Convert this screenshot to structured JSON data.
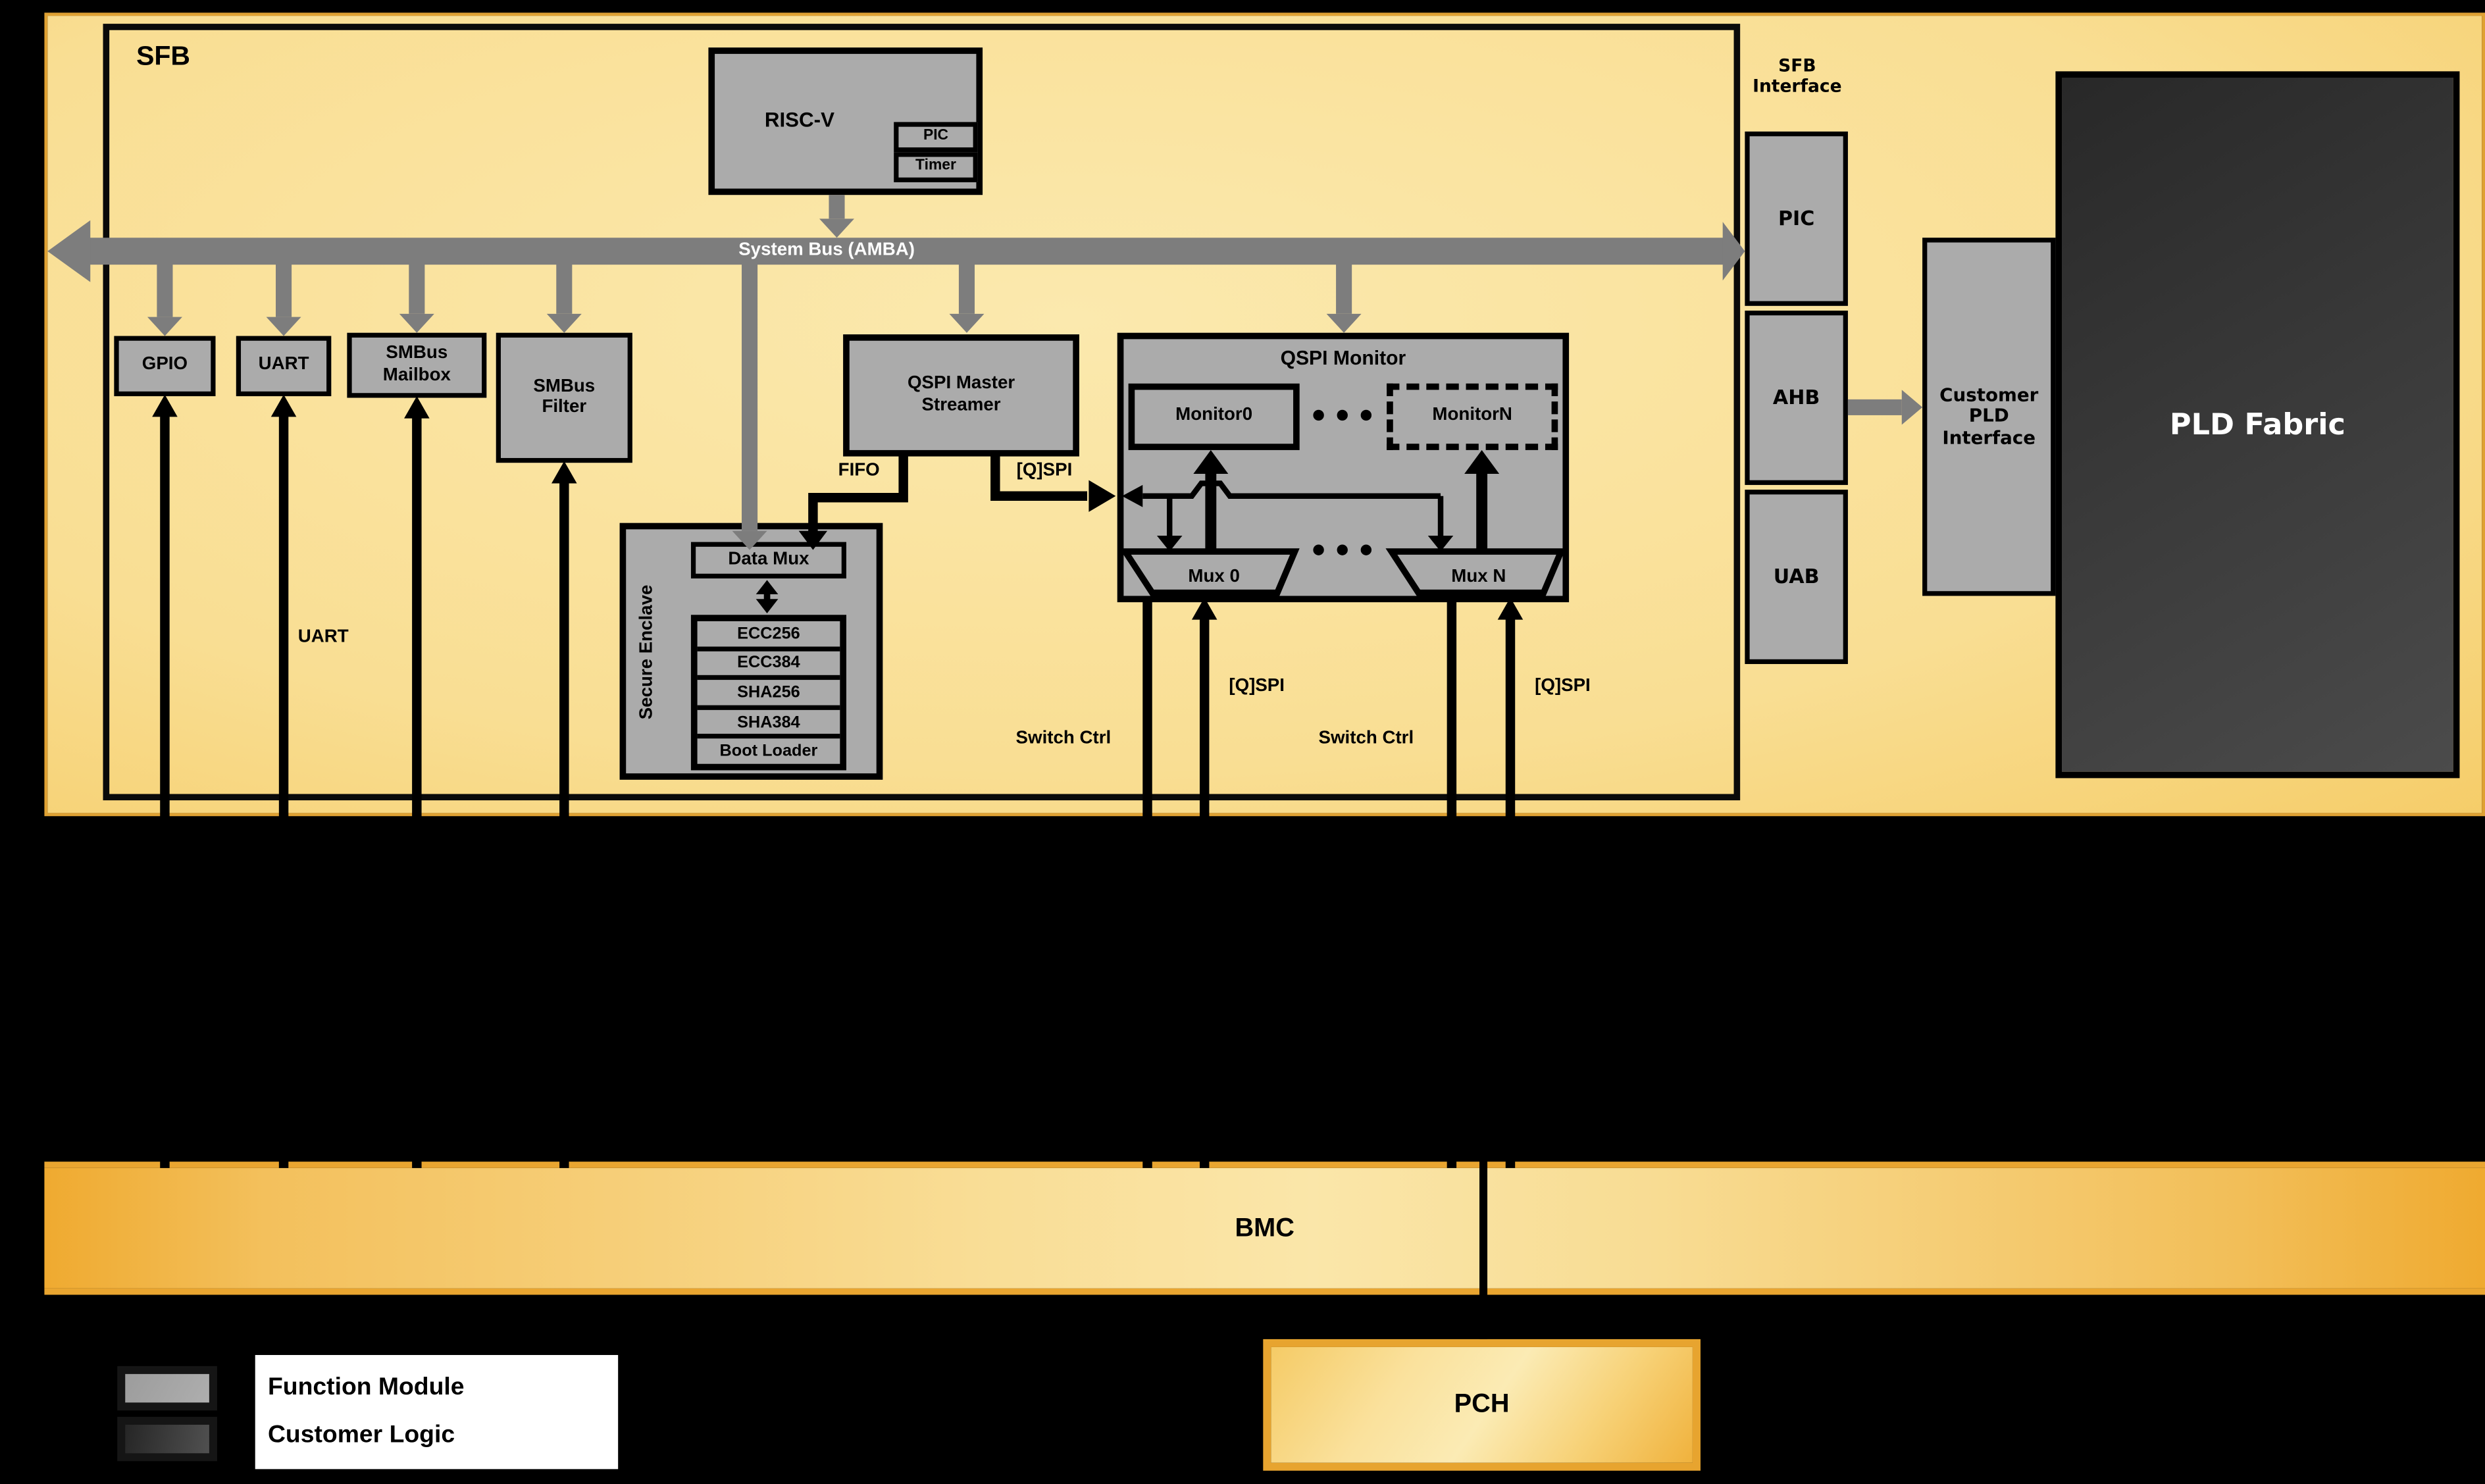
{
  "diagram": {
    "sfb_label": "SFB",
    "system_bus_label": "System Bus (AMBA)",
    "riscv": {
      "label": "RISC-V",
      "pic": "PIC",
      "timer": "Timer"
    },
    "peripherals": {
      "gpio": "GPIO",
      "uart": "UART",
      "smbus_mailbox": "SMBus Mailbox",
      "smbus_filter": "SMBus Filter"
    },
    "qspi_master_streamer": "QSPI Master Streamer",
    "qspi_monitor": {
      "label": "QSPI Monitor",
      "monitor0": "Monitor0",
      "monitorN": "MonitorN",
      "mux0": "Mux 0",
      "muxN": "Mux N"
    },
    "secure_enclave": {
      "label": "Secure Enclave",
      "data_mux": "Data Mux",
      "modules": [
        "ECC256",
        "ECC384",
        "SHA256",
        "SHA384",
        "Boot Loader"
      ]
    },
    "sfb_interface": {
      "label": "SFB Interface",
      "blocks": [
        "PIC",
        "AHB",
        "UAB"
      ]
    },
    "customer_pld_interface": "Customer PLD Interface",
    "pld_fabric": "PLD Fabric",
    "wire_labels": {
      "uart": "UART",
      "fifo": "FIFO",
      "qspi_ms": "[Q]SPI",
      "switch_ctrl_0": "Switch Ctrl",
      "qspi_0": "[Q]SPI",
      "switch_ctrl_n": "Switch Ctrl",
      "qspi_n": "[Q]SPI"
    },
    "bmc": "BMC",
    "pch": "PCH",
    "legend": {
      "function_module": "Function Module",
      "customer_logic": "Customer Logic"
    },
    "colors": {
      "module_gray": "#ABABAB",
      "bus_gray": "#7D7D7D",
      "customer_logic_dark": "#3C3C3C",
      "container_orange": "#EFA92E",
      "pale_yellow": "#FAE5A4"
    }
  }
}
